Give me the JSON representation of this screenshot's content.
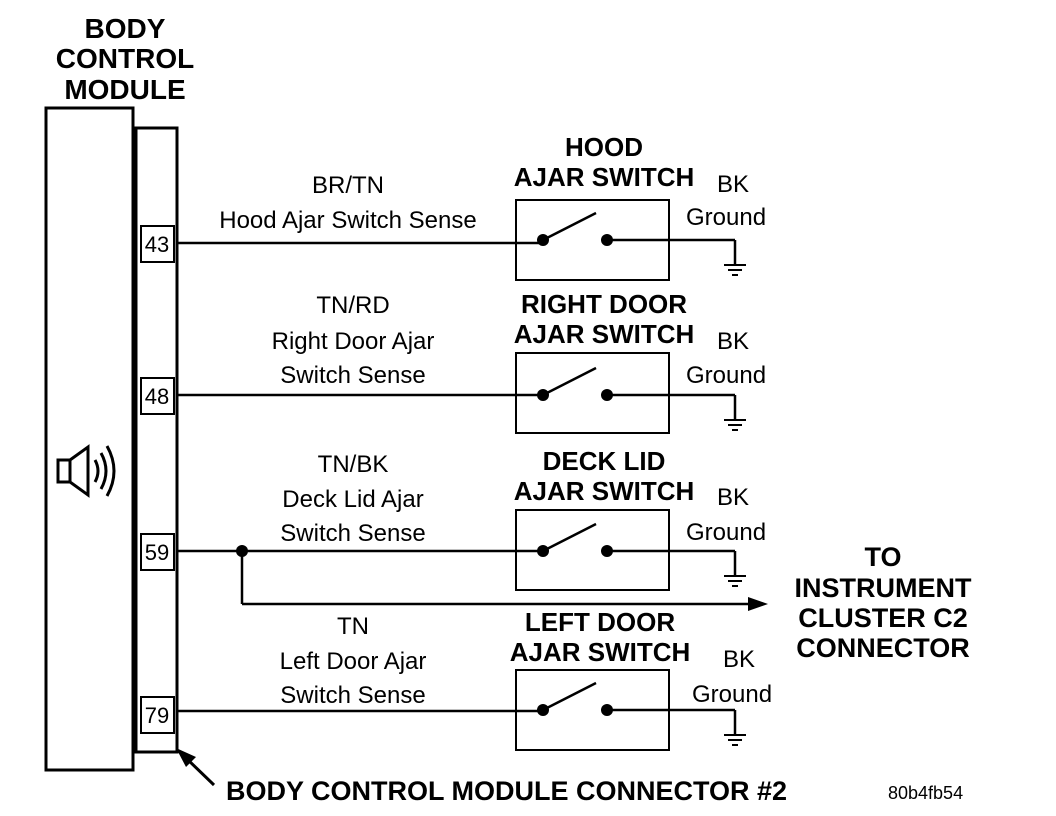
{
  "module": {
    "title_lines": [
      "BODY",
      "CONTROL",
      "MODULE"
    ],
    "icon": "speaker-icon"
  },
  "connector_label": "BODY CONTROL MODULE CONNECTOR #2",
  "figure_id": "80b4fb54",
  "destination": {
    "lines": [
      "TO",
      "INSTRUMENT",
      "CLUSTER C2",
      "CONNECTOR"
    ]
  },
  "circuits": [
    {
      "pin": "43",
      "wire_color": "BR/TN",
      "sense_lines": [
        "Hood Ajar Switch Sense"
      ],
      "switch_lines": [
        "HOOD",
        "AJAR SWITCH"
      ],
      "ground_color": "BK",
      "ground_label": "Ground"
    },
    {
      "pin": "48",
      "wire_color": "TN/RD",
      "sense_lines": [
        "Right Door Ajar",
        "Switch Sense"
      ],
      "switch_lines": [
        "RIGHT DOOR",
        "AJAR SWITCH"
      ],
      "ground_color": "BK",
      "ground_label": "Ground"
    },
    {
      "pin": "59",
      "wire_color": "TN/BK",
      "sense_lines": [
        "Deck Lid Ajar",
        "Switch Sense"
      ],
      "switch_lines": [
        "DECK LID",
        "AJAR SWITCH"
      ],
      "ground_color": "BK",
      "ground_label": "Ground"
    },
    {
      "pin": "79",
      "wire_color": "TN",
      "sense_lines": [
        "Left Door Ajar",
        "Switch Sense"
      ],
      "switch_lines": [
        "LEFT DOOR",
        "AJAR SWITCH"
      ],
      "ground_color": "BK",
      "ground_label": "Ground"
    }
  ]
}
